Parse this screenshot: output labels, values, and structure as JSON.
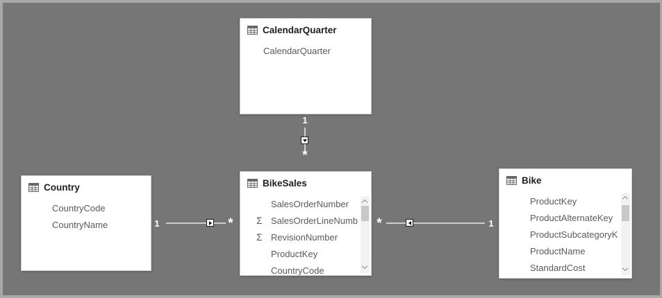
{
  "colors": {
    "canvas_background": "#767676",
    "frame_border": "#a8a8a8",
    "card_background": "#ffffff",
    "header_text": "#1f1f1f",
    "field_text": "#5a5a5a",
    "relationship_line": "#cdcdcd",
    "cardinality_text": "#ffffff",
    "scrollbar_track": "#f2f2f2",
    "scrollbar_thumb": "#c8c8c8"
  },
  "icons": {
    "sigma": "Σ"
  },
  "tables": {
    "calendar_quarter": {
      "title": "CalendarQuarter",
      "fields": [
        {
          "name": "CalendarQuarter",
          "aggregate": false
        }
      ]
    },
    "country": {
      "title": "Country",
      "fields": [
        {
          "name": "CountryCode",
          "aggregate": false
        },
        {
          "name": "CountryName",
          "aggregate": false
        }
      ]
    },
    "bike_sales": {
      "title": "BikeSales",
      "fields": [
        {
          "name": "SalesOrderNumber",
          "aggregate": false
        },
        {
          "name": "SalesOrderLineNumb",
          "aggregate": true
        },
        {
          "name": "RevisionNumber",
          "aggregate": true
        },
        {
          "name": "ProductKey",
          "aggregate": false
        },
        {
          "name": "CountryCode",
          "aggregate": false
        }
      ],
      "has_scrollbar": true
    },
    "bike": {
      "title": "Bike",
      "fields": [
        {
          "name": "ProductKey",
          "aggregate": false
        },
        {
          "name": "ProductAlternateKey",
          "aggregate": false
        },
        {
          "name": "ProductSubcategoryK",
          "aggregate": false
        },
        {
          "name": "ProductName",
          "aggregate": false
        },
        {
          "name": "StandardCost",
          "aggregate": false
        }
      ],
      "has_scrollbar": true
    }
  },
  "relationships": {
    "calendarquarter_bikesales": {
      "from": "CalendarQuarter",
      "to": "BikeSales",
      "one_label": "1",
      "many_label": "*",
      "filter_direction": "down"
    },
    "country_bikesales": {
      "from": "Country",
      "to": "BikeSales",
      "one_label": "1",
      "many_label": "*",
      "filter_direction": "right"
    },
    "bike_bikesales": {
      "from": "Bike",
      "to": "BikeSales",
      "one_label": "1",
      "many_label": "*",
      "filter_direction": "left"
    }
  }
}
